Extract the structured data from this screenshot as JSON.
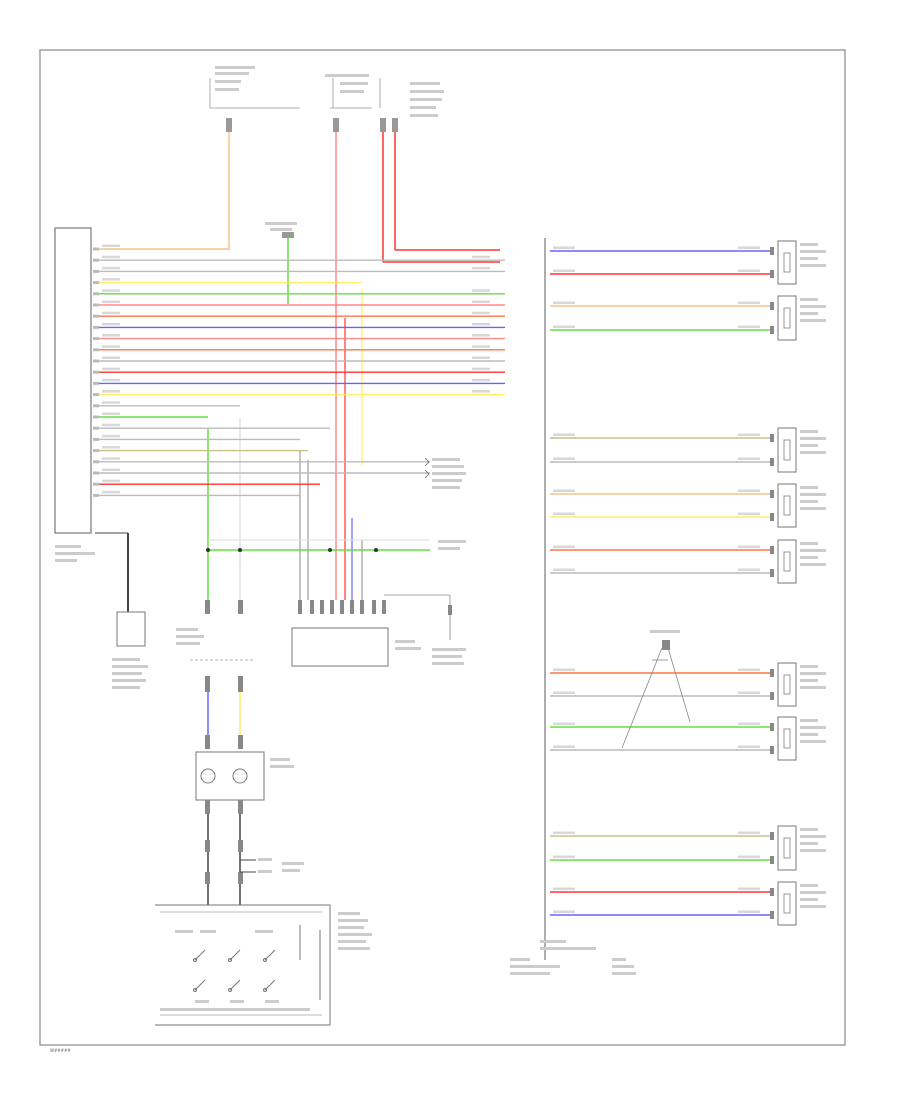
{
  "diagram": {
    "footer_code": "W#####",
    "wire_colors": {
      "tan": "#f2c48a",
      "red": "#ff3333",
      "pink": "#ff8a8a",
      "green": "#66dd44",
      "yellow": "#ffee66",
      "blue": "#6666ff",
      "gray": "#bbbbbb",
      "orange": "#ff7744",
      "olive": "#c8c088",
      "black": "#333333"
    },
    "left_wires": [
      {
        "color": "tan"
      },
      {
        "color": "gray"
      },
      {
        "color": "gray"
      },
      {
        "color": "yellow"
      },
      {
        "color": "green"
      },
      {
        "color": "pink"
      },
      {
        "color": "orange"
      },
      {
        "color": "blue"
      },
      {
        "color": "pink"
      },
      {
        "color": "orange"
      },
      {
        "color": "gray"
      },
      {
        "color": "red"
      },
      {
        "color": "blue"
      },
      {
        "color": "yellow"
      },
      {
        "color": "gray"
      },
      {
        "color": "green"
      },
      {
        "color": "gray"
      },
      {
        "color": "gray"
      },
      {
        "color": "olive"
      },
      {
        "color": "gray"
      },
      {
        "color": "gray"
      },
      {
        "color": "red"
      },
      {
        "color": "gray"
      }
    ],
    "right_wires": [
      {
        "color": "blue"
      },
      {
        "color": "red"
      },
      {
        "color": "tan"
      },
      {
        "color": "green"
      },
      {
        "color": "olive"
      },
      {
        "color": "gray"
      },
      {
        "color": "tan"
      },
      {
        "color": "yellow"
      },
      {
        "color": "orange"
      },
      {
        "color": "gray"
      },
      {
        "color": "orange"
      },
      {
        "color": "gray"
      },
      {
        "color": "green"
      },
      {
        "color": "gray"
      },
      {
        "color": "olive"
      },
      {
        "color": "green"
      },
      {
        "color": "red"
      },
      {
        "color": "blue"
      }
    ]
  }
}
